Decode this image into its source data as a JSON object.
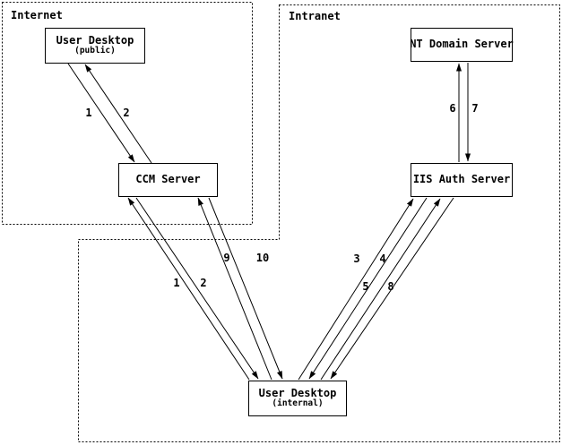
{
  "diagram": {
    "colors": {
      "line": "#000000",
      "background": "#ffffff",
      "text": "#000000"
    },
    "regions": [
      {
        "id": "internet",
        "label": "Internet"
      },
      {
        "id": "intranet",
        "label": "Intranet"
      }
    ],
    "nodes": [
      {
        "id": "user-desktop-public",
        "label": "User Desktop",
        "sublabel": "(public)",
        "region": "Internet"
      },
      {
        "id": "ccm-server",
        "label": "CCM Server",
        "region": "Internet"
      },
      {
        "id": "nt-domain-server",
        "label": "NT Domain Server",
        "region": "Intranet"
      },
      {
        "id": "iis-auth-server",
        "label": "IIS Auth Server",
        "region": "Intranet"
      },
      {
        "id": "user-desktop-internal",
        "label": "User Desktop",
        "sublabel": "(internal)",
        "region": "Intranet"
      }
    ],
    "flows": [
      {
        "step": "1",
        "from": "user-desktop-public",
        "to": "ccm-server"
      },
      {
        "step": "2",
        "from": "ccm-server",
        "to": "user-desktop-public"
      },
      {
        "step": "1",
        "from": "user-desktop-internal",
        "to": "ccm-server"
      },
      {
        "step": "2",
        "from": "ccm-server",
        "to": "user-desktop-internal"
      },
      {
        "step": "9",
        "from": "user-desktop-internal",
        "to": "ccm-server"
      },
      {
        "step": "10",
        "from": "ccm-server",
        "to": "user-desktop-internal"
      },
      {
        "step": "3",
        "from": "user-desktop-internal",
        "to": "iis-auth-server"
      },
      {
        "step": "4",
        "from": "iis-auth-server",
        "to": "user-desktop-internal"
      },
      {
        "step": "5",
        "from": "user-desktop-internal",
        "to": "iis-auth-server"
      },
      {
        "step": "8",
        "from": "iis-auth-server",
        "to": "user-desktop-internal"
      },
      {
        "step": "6",
        "from": "iis-auth-server",
        "to": "nt-domain-server"
      },
      {
        "step": "7",
        "from": "nt-domain-server",
        "to": "iis-auth-server"
      }
    ]
  }
}
